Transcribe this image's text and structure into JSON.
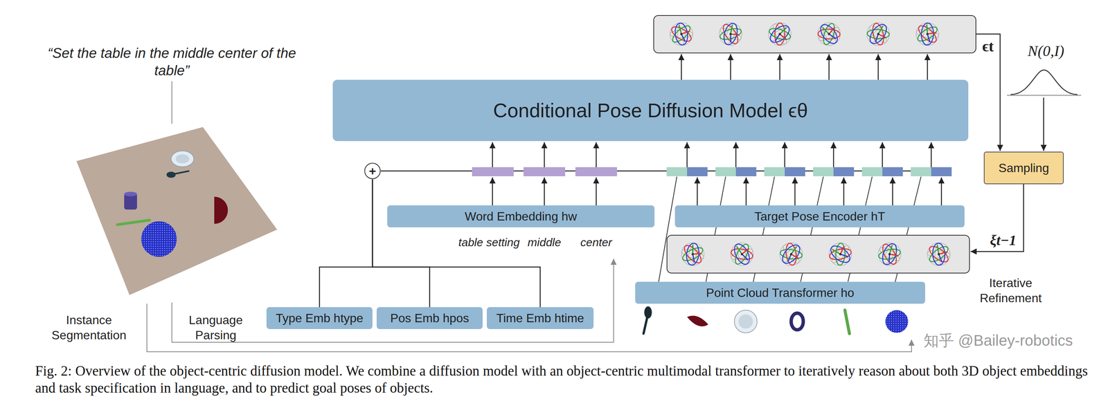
{
  "diagram": {
    "caption": "Fig. 2: Overview of the object-centric diffusion model. We combine a diffusion model with an object-centric multimodal transformer to iteratively reason about both 3D object embeddings and task specification in language, and to predict goal poses of objects.",
    "nodes": [
      {
        "text": [
          "Conditional Pose Diffusion Model ϵθ"
        ]
      },
      {
        "text": [
          "Sampling"
        ]
      },
      {
        "text": [
          "+"
        ]
      },
      {
        "text": [
          "Word Embedding hw"
        ]
      },
      {
        "text": [
          "Target Pose Encoder hT"
        ]
      },
      {
        "text": [
          "Point Cloud Transformer ho"
        ]
      },
      {
        "text": [
          "Type Emb htype"
        ]
      },
      {
        "text": [
          "Pos Emb hpos"
        ]
      },
      {
        "text": [
          "Time Emb htime"
        ]
      }
    ],
    "edges": [
      {
        "from": 6,
        "to": 2,
        "arrow": "none"
      },
      {
        "from": 7,
        "to": 2,
        "arrow": "none"
      },
      {
        "from": 8,
        "to": 2,
        "arrow": "none"
      }
    ],
    "labels": [
      "“Set the table in the middle center of the table”",
      "Instance Segmentation",
      "Language Parsing",
      "table setting",
      "middle",
      "center",
      "ϵt",
      "N(0,I)",
      "ξt−1",
      "Iterative Refinement",
      "知乎 @Bailey-robotics"
    ]
  }
}
